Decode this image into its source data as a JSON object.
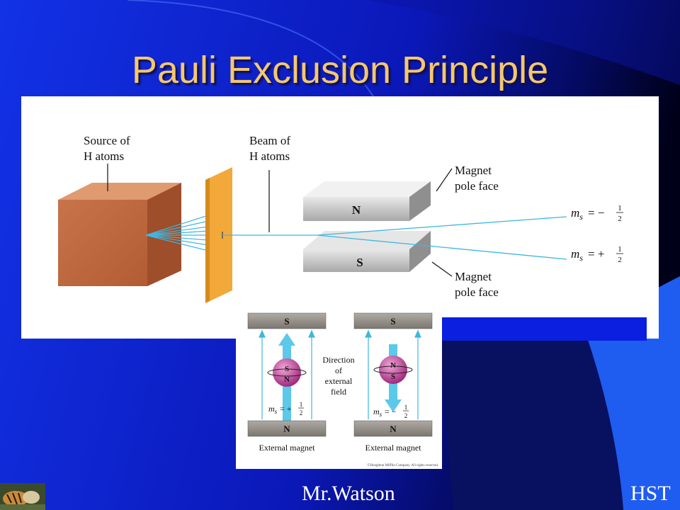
{
  "slide": {
    "title": "Pauli Exclusion Principle",
    "footer_center": "Mr.Watson",
    "footer_right": "HST",
    "colors": {
      "background": "#0f1fd9",
      "title": "#f5c76e",
      "beam": "#3fb7e0"
    }
  },
  "top_diagram": {
    "source_label": [
      "Source of",
      "H atoms"
    ],
    "beam_label": [
      "Beam of",
      "H atoms"
    ],
    "magnet_top_label": [
      "Magnet",
      "pole face"
    ],
    "magnet_bottom_label": [
      "Magnet",
      "pole face"
    ],
    "pole_north": "N",
    "pole_south": "S",
    "ms_upper": {
      "prefix": "m",
      "sub": "s",
      "rel": "= −",
      "num": "1",
      "den": "2"
    },
    "ms_lower": {
      "prefix": "m",
      "sub": "s",
      "rel": "= +",
      "num": "1",
      "den": "2"
    }
  },
  "bottom_diagram": {
    "left": {
      "top_pole": "S",
      "bottom_pole": "N",
      "sphere_top": "S",
      "sphere_bottom": "N",
      "ms": {
        "prefix": "m",
        "sub": "s",
        "rel": "= +",
        "num": "1",
        "den": "2"
      },
      "caption": "External magnet"
    },
    "right": {
      "top_pole": "S",
      "bottom_pole": "N",
      "sphere_top": "N",
      "sphere_bottom": "S",
      "ms": {
        "prefix": "m",
        "sub": "s",
        "rel": "= −",
        "num": "1",
        "den": "2"
      },
      "caption": "External magnet"
    },
    "middle_label": [
      "Direction",
      "of",
      "external",
      "field"
    ],
    "copyright": "©Houghton Mifflin Company. All rights reserved."
  }
}
